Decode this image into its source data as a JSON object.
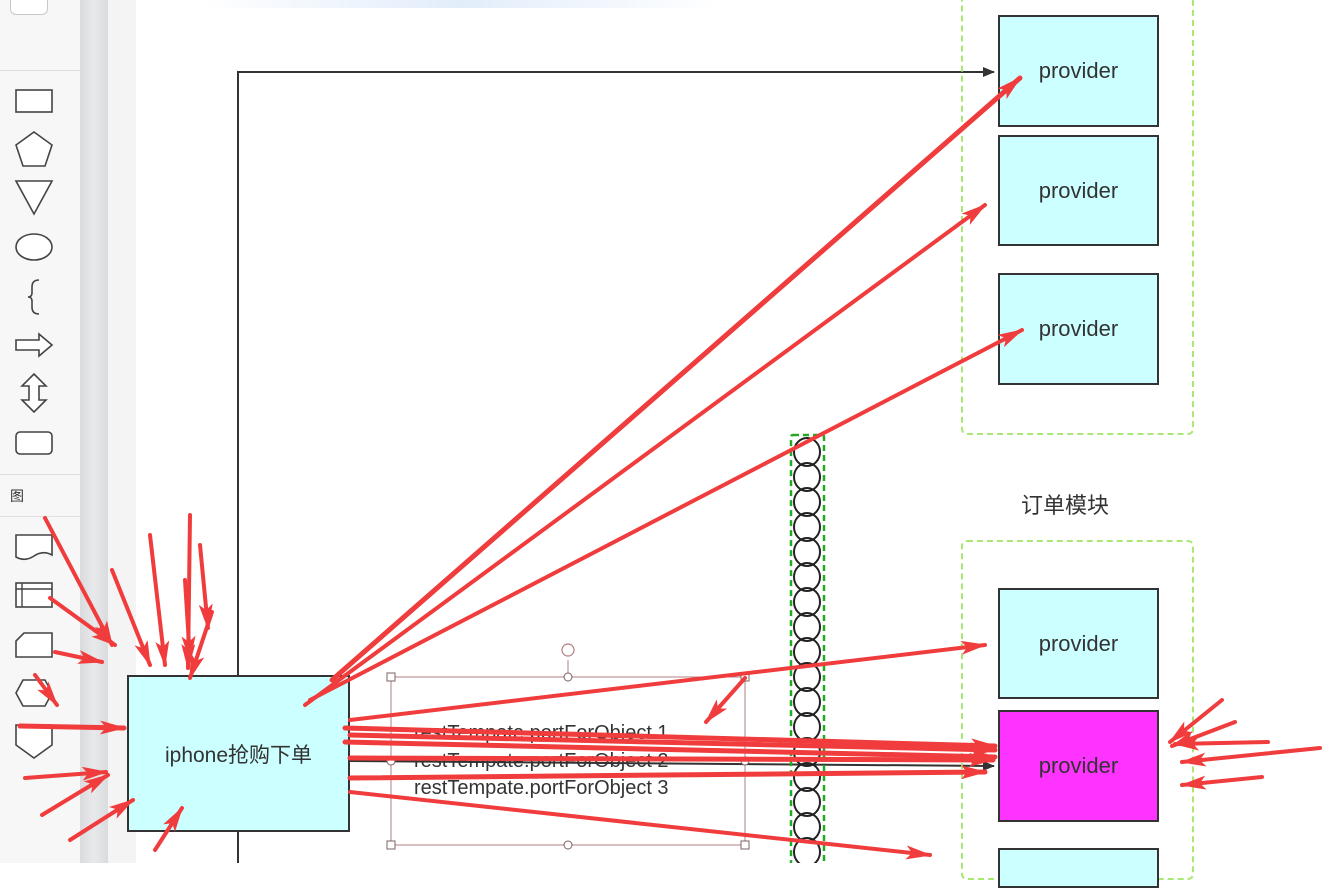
{
  "sidebar": {
    "section_label": "图",
    "shapes": [
      {
        "name": "rectangle-shape-icon"
      },
      {
        "name": "pentagon-shape-icon"
      },
      {
        "name": "triangle-down-shape-icon"
      },
      {
        "name": "ellipse-shape-icon"
      },
      {
        "name": "brace-shape-icon"
      },
      {
        "name": "right-arrow-shape-icon"
      },
      {
        "name": "up-down-arrow-shape-icon"
      },
      {
        "name": "rounded-rectangle-shape-icon"
      },
      {
        "name": "document-shape-icon"
      },
      {
        "name": "internal-storage-shape-icon"
      },
      {
        "name": "card-shape-icon"
      },
      {
        "name": "hexagon-shape-icon"
      },
      {
        "name": "off-page-connector-shape-icon"
      }
    ]
  },
  "diagram": {
    "main_node_label": "iphone抢购下单",
    "module_label": "订单模块",
    "providers": [
      {
        "label": "provider"
      },
      {
        "label": "provider"
      },
      {
        "label": "provider"
      },
      {
        "label": "provider"
      },
      {
        "label": "provider"
      }
    ],
    "calls": [
      "restTempate.portForObject 1",
      "restTempate.portForObject 2",
      "restTempate.portForObject 3"
    ]
  },
  "colors": {
    "provider_fill": "#ccffff",
    "provider_highlight": "#ff33ff",
    "annotation_arrow": "#f03c3c",
    "group_border": "#a9e873",
    "connector_green": "#22aa22"
  }
}
